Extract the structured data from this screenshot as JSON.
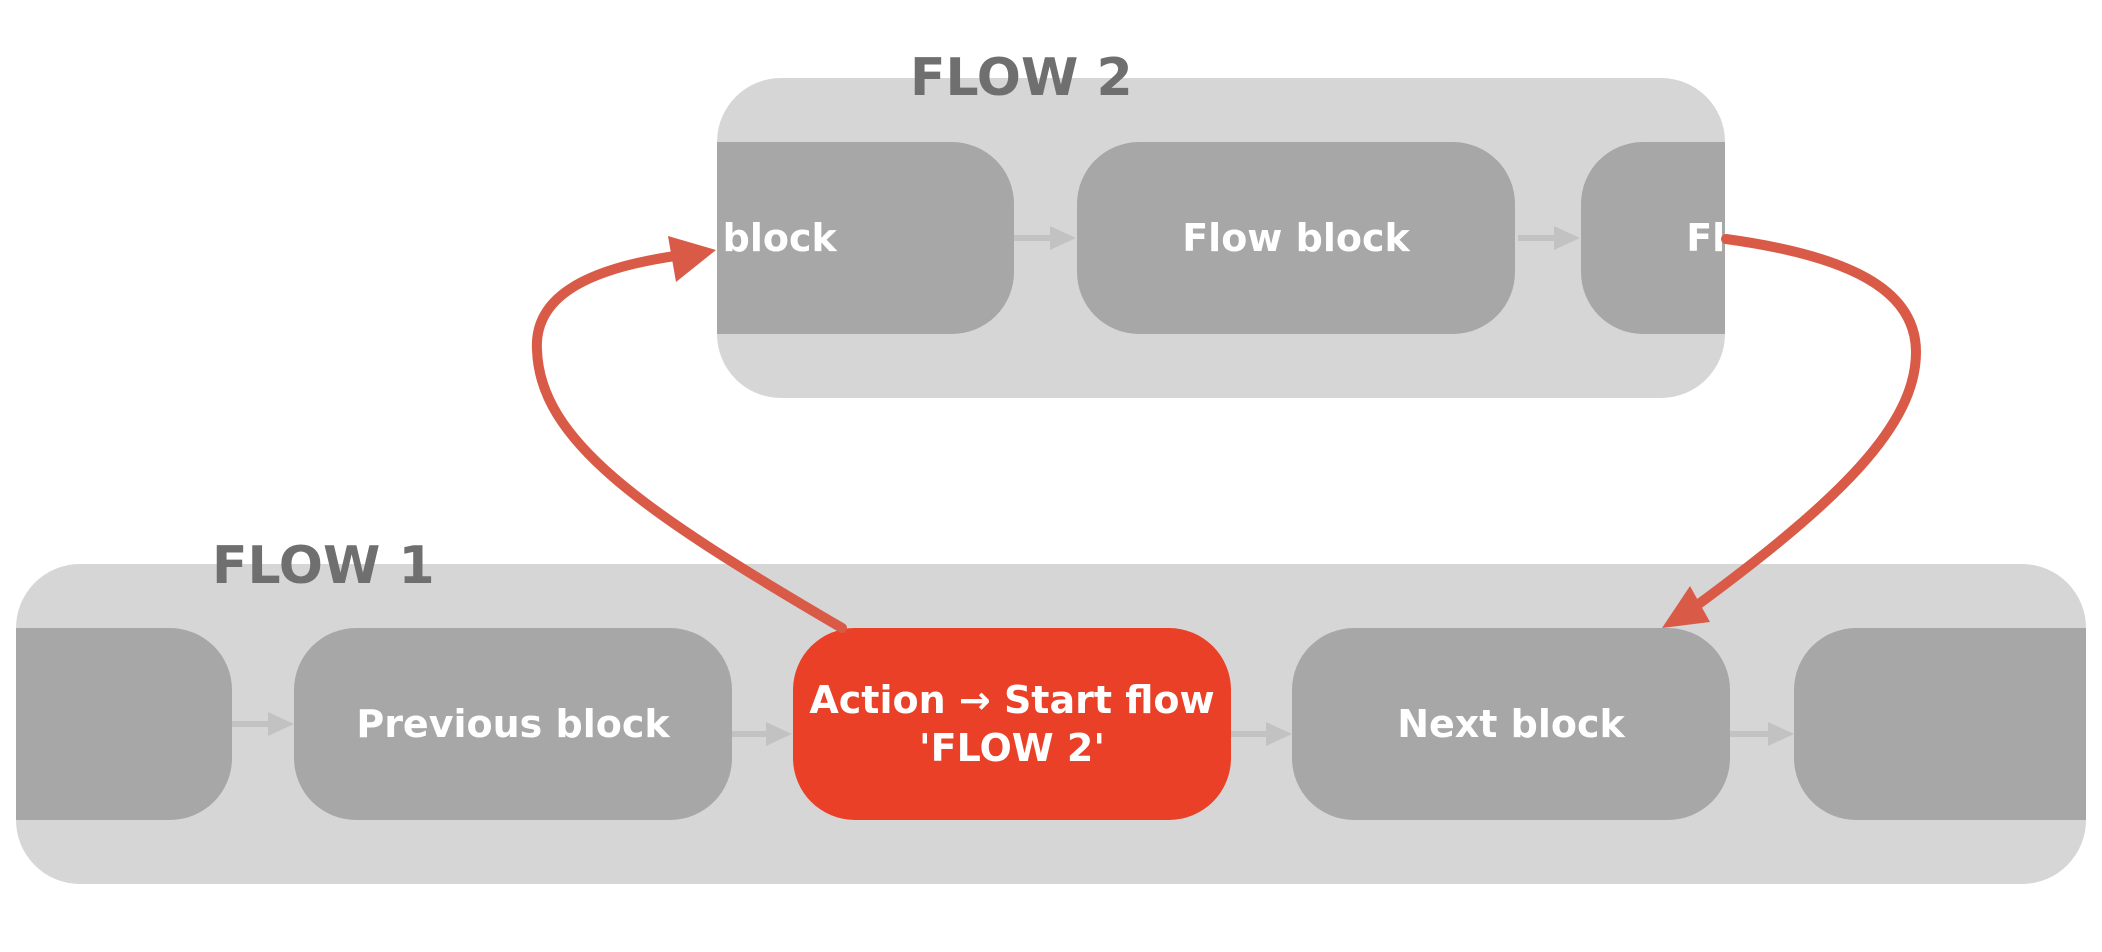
{
  "flows": {
    "flow2": {
      "title": "FLOW 2",
      "blocks": [
        "Flow block",
        "Flow block",
        "Flow block"
      ]
    },
    "flow1": {
      "title": "FLOW 1",
      "blocks": [
        "",
        "Previous block",
        "Action → Start flow\n'FLOW 2'",
        "Next block",
        ""
      ],
      "action_line1": "Action → Start flow",
      "action_line2": "'FLOW 2'"
    }
  },
  "colors": {
    "container": "#d6d6d6",
    "block": "#a7a7a7",
    "action_block": "#e94027",
    "jump_arrow": "#d95b47",
    "connector": "#c2c2c2",
    "title": "#6f6f6f"
  }
}
